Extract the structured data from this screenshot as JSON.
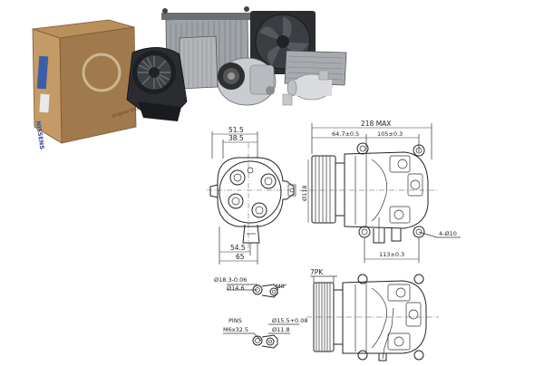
{
  "box": {
    "brand": "NISSENS",
    "side_text": "Original Quality"
  },
  "drawing": {
    "front_view": {
      "dim_top_outer": "51.5",
      "dim_top_inner": "38.5",
      "dim_bottom_inner": "54.5",
      "dim_bottom_outer": "65",
      "thread_label": "M8"
    },
    "side_view": {
      "overall_length": "218 MAX",
      "dim_left": "64.7±0.5",
      "dim_right": "105±0.3",
      "diameter": "Ø118",
      "mount_holes": "4-Ø10",
      "bottom_dim": "113±0.3"
    },
    "fittings": {
      "top_outer_dia": "Ø18.3-0.06",
      "top_inner_dia": "Ø14.6",
      "top_thread": "M8",
      "pins_label": "PINS",
      "pins_spec": "M6x32.5",
      "bottom_outer_dia": "Ø15.5+0.08",
      "bottom_inner_dia": "Ø11.8"
    },
    "pulley_view": {
      "belt_label": "7PK"
    }
  },
  "colors": {
    "box_front": "#a07a4c",
    "box_side": "#c49a66",
    "box_top": "#b98f5c",
    "metal": "#c9ccd0",
    "line": "#222222"
  }
}
